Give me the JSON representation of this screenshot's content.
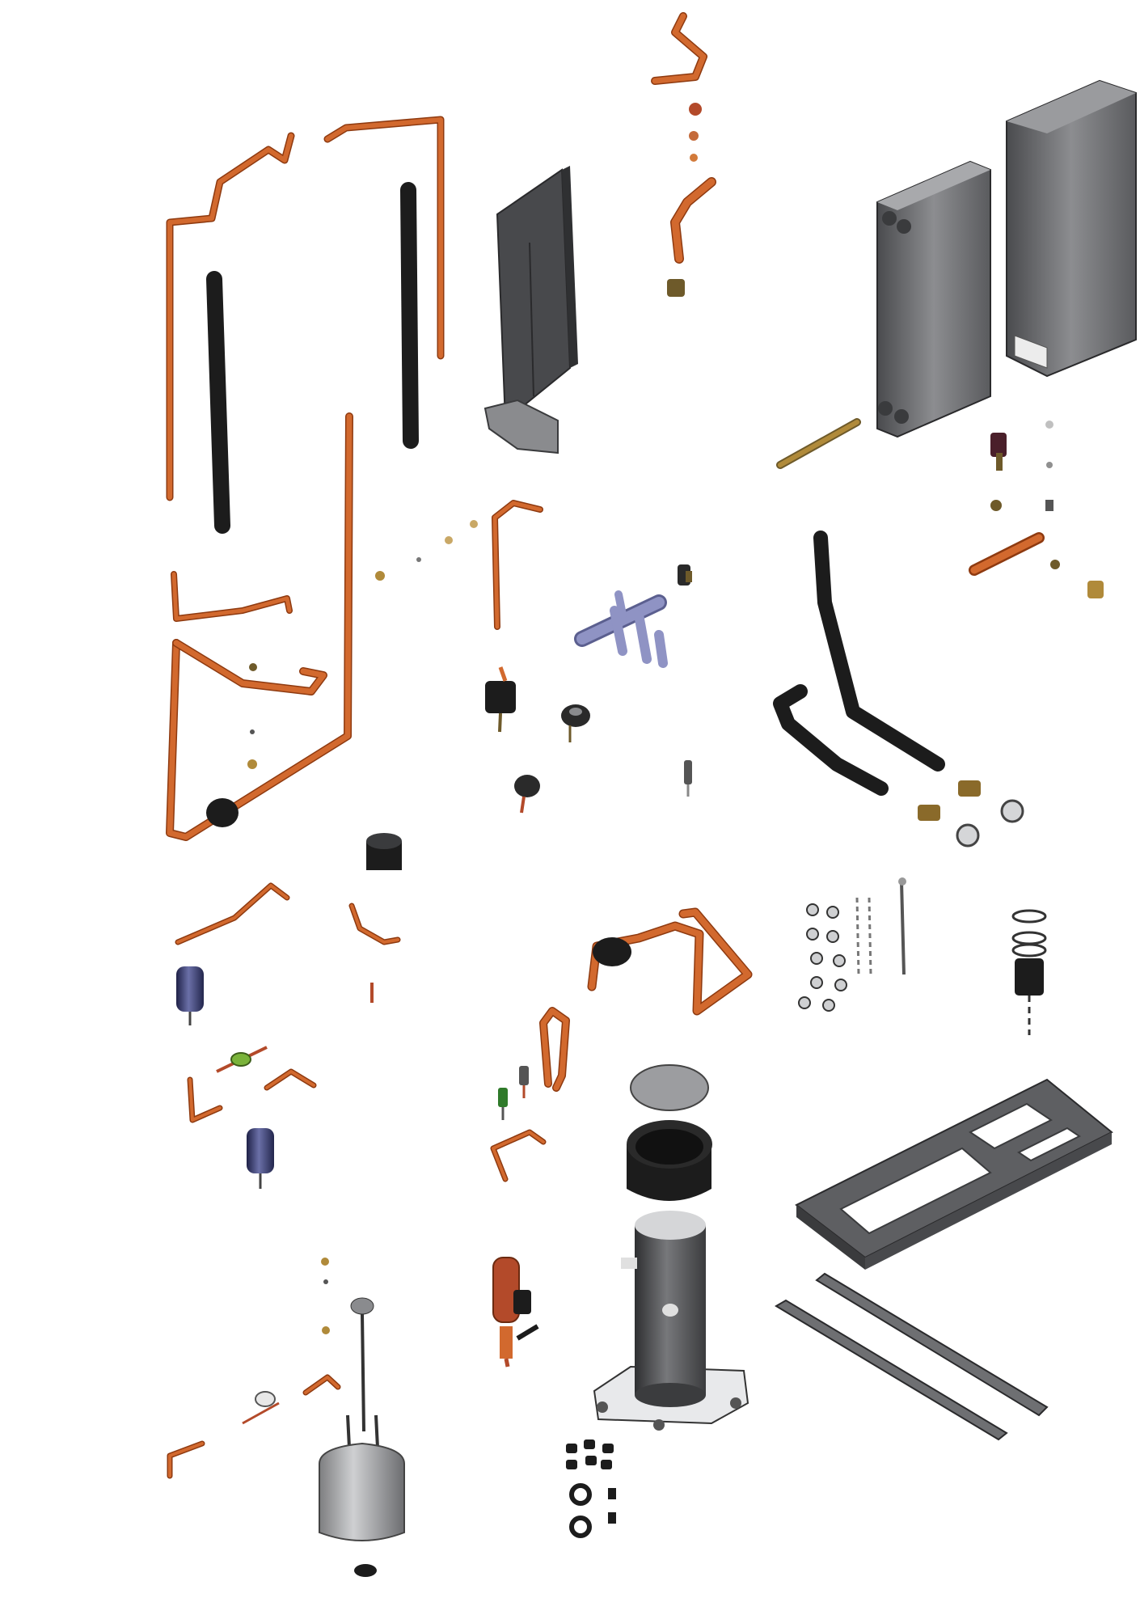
{
  "diagram": {
    "kind": "exploded-view",
    "labels": [],
    "colors": {
      "copper": "#d2692e",
      "copper_dark": "#8e3a10",
      "insulation": "#1c1c1c",
      "steel": "#6e6f72",
      "steel_dark": "#3a3b3d",
      "steel_light": "#b9babd",
      "brass": "#b08a3a",
      "valve_blue": "#8f93c4",
      "filter_blue": "#2a2d55",
      "sight_glass": "#7ab33a",
      "background": "#ffffff"
    },
    "components": [
      "copper-pipe",
      "insulated-hose",
      "mounting-bracket",
      "plate-heat-exchanger",
      "exchanger-insulation-box",
      "four-way-valve",
      "solenoid-valve",
      "filter-drier",
      "sight-glass",
      "fastener-kit",
      "vibration-damper",
      "base-frame",
      "rail",
      "scroll-compressor",
      "compressor-sound-jacket",
      "liquid-receiver",
      "accumulator"
    ]
  }
}
